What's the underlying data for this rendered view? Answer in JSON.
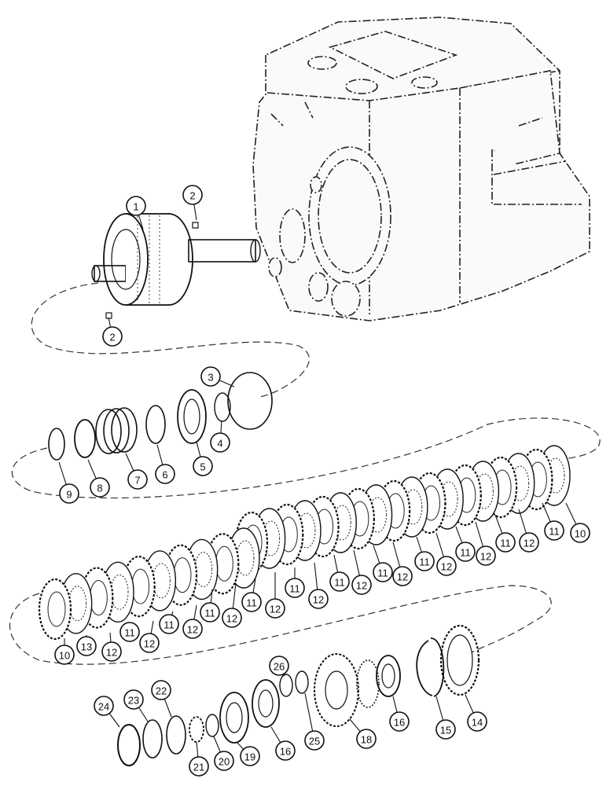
{
  "diagram": {
    "callouts": [
      {
        "id": "c1",
        "label": "1"
      },
      {
        "id": "c2a",
        "label": "2"
      },
      {
        "id": "c2b",
        "label": "2"
      },
      {
        "id": "c3",
        "label": "3"
      },
      {
        "id": "c4",
        "label": "4"
      },
      {
        "id": "c5",
        "label": "5"
      },
      {
        "id": "c6",
        "label": "6"
      },
      {
        "id": "c7",
        "label": "7"
      },
      {
        "id": "c8",
        "label": "8"
      },
      {
        "id": "c9",
        "label": "9"
      },
      {
        "id": "r10a",
        "label": "10"
      },
      {
        "id": "r11a",
        "label": "11"
      },
      {
        "id": "r12a",
        "label": "12"
      },
      {
        "id": "r11b",
        "label": "11"
      },
      {
        "id": "r12b",
        "label": "12"
      },
      {
        "id": "r11c",
        "label": "11"
      },
      {
        "id": "r12c",
        "label": "12"
      },
      {
        "id": "r11d",
        "label": "11"
      },
      {
        "id": "r12d",
        "label": "12"
      },
      {
        "id": "r11e",
        "label": "11"
      },
      {
        "id": "r12e",
        "label": "12"
      },
      {
        "id": "r11f",
        "label": "11"
      },
      {
        "id": "r12f",
        "label": "12"
      },
      {
        "id": "r11g",
        "label": "11"
      },
      {
        "id": "r12g",
        "label": "12"
      },
      {
        "id": "r11h",
        "label": "11"
      },
      {
        "id": "r12h",
        "label": "12"
      },
      {
        "id": "r11i",
        "label": "11"
      },
      {
        "id": "r12i",
        "label": "12"
      },
      {
        "id": "r11j",
        "label": "11"
      },
      {
        "id": "r12j",
        "label": "12"
      },
      {
        "id": "r11k",
        "label": "11"
      },
      {
        "id": "r12k",
        "label": "12"
      },
      {
        "id": "r11l",
        "label": "11"
      },
      {
        "id": "r12l",
        "label": "12"
      },
      {
        "id": "r11m",
        "label": "11"
      },
      {
        "id": "r12m",
        "label": "12"
      },
      {
        "id": "r11n",
        "label": "11"
      },
      {
        "id": "r10b",
        "label": "10"
      },
      {
        "id": "s10",
        "label": "10"
      },
      {
        "id": "s13",
        "label": "13"
      },
      {
        "id": "s12a",
        "label": "12"
      },
      {
        "id": "s11a",
        "label": "11"
      },
      {
        "id": "s12b",
        "label": "12"
      },
      {
        "id": "s11b",
        "label": "11"
      },
      {
        "id": "s12c",
        "label": "12"
      },
      {
        "id": "s11c",
        "label": "11"
      },
      {
        "id": "s12d",
        "label": "12"
      },
      {
        "id": "s11d",
        "label": "11"
      },
      {
        "id": "s12e",
        "label": "12"
      },
      {
        "id": "c14",
        "label": "14"
      },
      {
        "id": "c15",
        "label": "15"
      },
      {
        "id": "c16a",
        "label": "16"
      },
      {
        "id": "c18",
        "label": "18"
      },
      {
        "id": "c25",
        "label": "25"
      },
      {
        "id": "c26",
        "label": "26"
      },
      {
        "id": "c16b",
        "label": "16"
      },
      {
        "id": "c19",
        "label": "19"
      },
      {
        "id": "c20",
        "label": "20"
      },
      {
        "id": "c21",
        "label": "21"
      },
      {
        "id": "c22",
        "label": "22"
      },
      {
        "id": "c23",
        "label": "23"
      },
      {
        "id": "c24",
        "label": "24"
      }
    ]
  }
}
